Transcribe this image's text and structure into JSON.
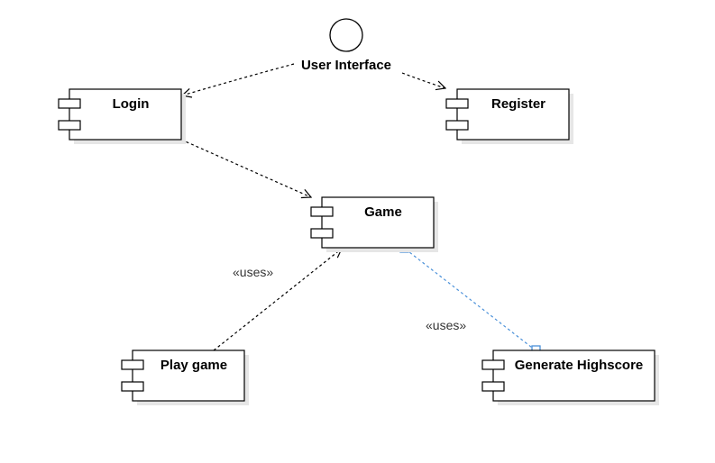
{
  "diagram": {
    "interface": {
      "label": "User Interface"
    },
    "components": {
      "login": {
        "label": "Login"
      },
      "register": {
        "label": "Register"
      },
      "game": {
        "label": "Game"
      },
      "play_game": {
        "label": "Play game"
      },
      "generate_highscore": {
        "label": "Generate Highscore"
      }
    },
    "edges": {
      "ui_to_login": {
        "style": "dashed",
        "color": "#000000"
      },
      "ui_to_register": {
        "style": "dashed",
        "color": "#000000"
      },
      "login_to_game": {
        "style": "dashed",
        "color": "#000000"
      },
      "playgame_to_game": {
        "style": "dashed",
        "color": "#000000",
        "label": "«uses»"
      },
      "highscore_to_game": {
        "style": "dashed",
        "color": "#4a90d9",
        "label": "«uses»",
        "selected": true
      }
    }
  },
  "colors": {
    "stroke": "#000000",
    "shadow": "#e6e6e6",
    "selection": "#4a90d9"
  }
}
